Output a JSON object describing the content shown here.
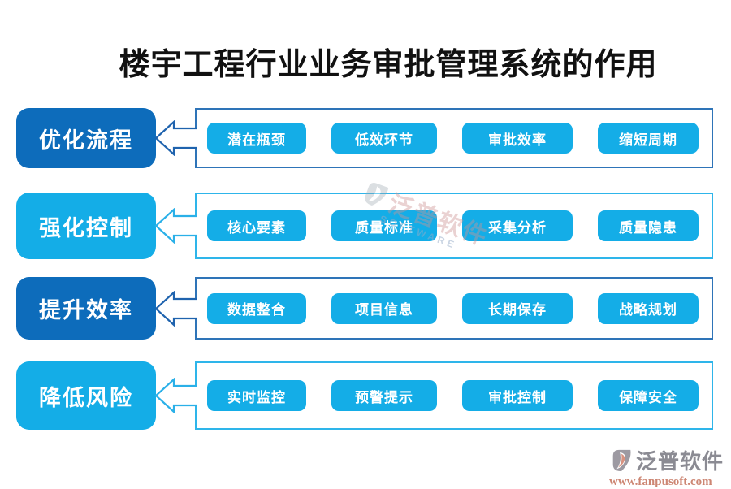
{
  "title": "楼宇工程行业业务审批管理系统的作用",
  "rows": [
    {
      "label": "优化流程",
      "theme": "dark",
      "items": [
        "潜在瓶颈",
        "低效环节",
        "审批效率",
        "缩短周期"
      ]
    },
    {
      "label": "强化控制",
      "theme": "light",
      "items": [
        "核心要素",
        "质量标准",
        "采集分析",
        "质量隐患"
      ]
    },
    {
      "label": "提升效率",
      "theme": "dark",
      "items": [
        "数据整合",
        "项目信息",
        "长期保存",
        "战略规划"
      ]
    },
    {
      "label": "降低风险",
      "theme": "light",
      "items": [
        "实时监控",
        "预警提示",
        "审批控制",
        "保障安全"
      ]
    }
  ],
  "watermark": {
    "text": "泛普软件",
    "subtext": "SOFTWARE"
  },
  "brand": {
    "name": "泛普软件",
    "url": "www.fanpusoft.com"
  },
  "colors": {
    "dark_blue": "#0d6cbb",
    "light_blue": "#14ade7",
    "dark_border": "#2e74b8",
    "light_border": "#2eb5ea",
    "title_text": "#111111",
    "brand_gray": "#8b8b93",
    "brand_salmon": "#cd8673"
  }
}
